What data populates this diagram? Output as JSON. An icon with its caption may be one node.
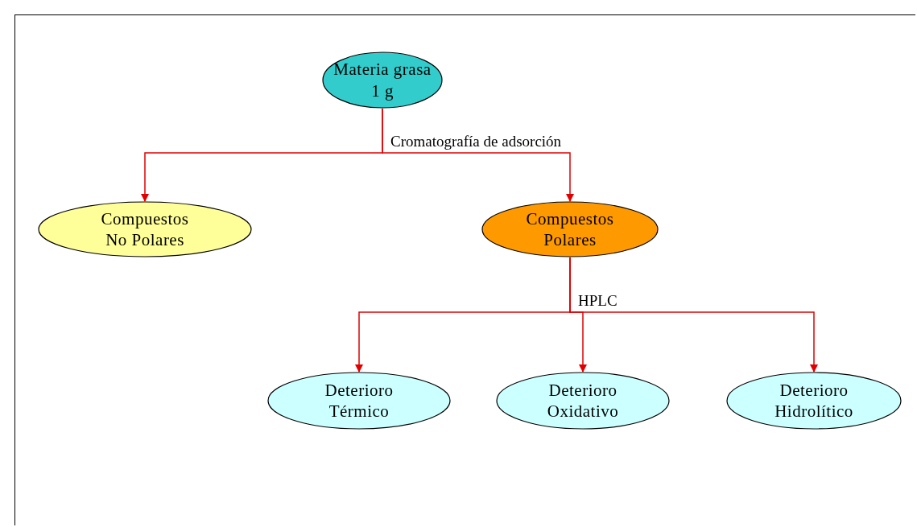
{
  "diagram": {
    "nodes": [
      {
        "text": [
          "Materia grasa 1 g"
        ]
      },
      {
        "text": [
          "Compuestos No Polares"
        ]
      },
      {
        "text": [
          "Compuestos Polares"
        ]
      },
      {
        "text": [
          "Deterioro Térmico"
        ]
      },
      {
        "text": [
          "Deterioro Oxidativo"
        ]
      },
      {
        "text": [
          "Deterioro Hidrolítico"
        ]
      }
    ],
    "edges": [
      {
        "from": 0,
        "to": 1,
        "arrow": "to"
      },
      {
        "from": 0,
        "to": 2,
        "arrow": "to",
        "label": "Cromatografía de adsorción"
      },
      {
        "from": 2,
        "to": 3,
        "arrow": "to"
      },
      {
        "from": 2,
        "to": 4,
        "arrow": "to",
        "label": "HPLC"
      },
      {
        "from": 2,
        "to": 5,
        "arrow": "to"
      }
    ]
  }
}
